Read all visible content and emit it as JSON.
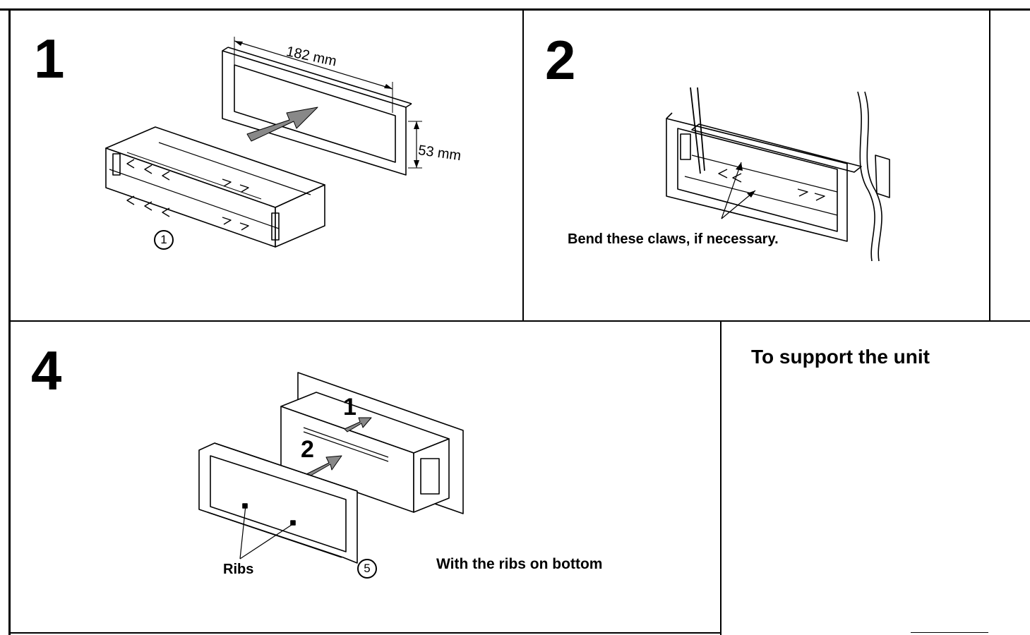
{
  "step1": {
    "number": "1",
    "width_label": "182 mm",
    "height_label": "53 mm",
    "part_number": "1"
  },
  "step2": {
    "number": "2",
    "caption": "Bend these claws, if necessary."
  },
  "step4": {
    "number": "4",
    "arrow_label_1": "1",
    "arrow_label_2": "2",
    "ribs_label": "Ribs",
    "part_number": "5",
    "caption": "With the ribs on bottom"
  },
  "support": {
    "heading": "To support the unit"
  }
}
